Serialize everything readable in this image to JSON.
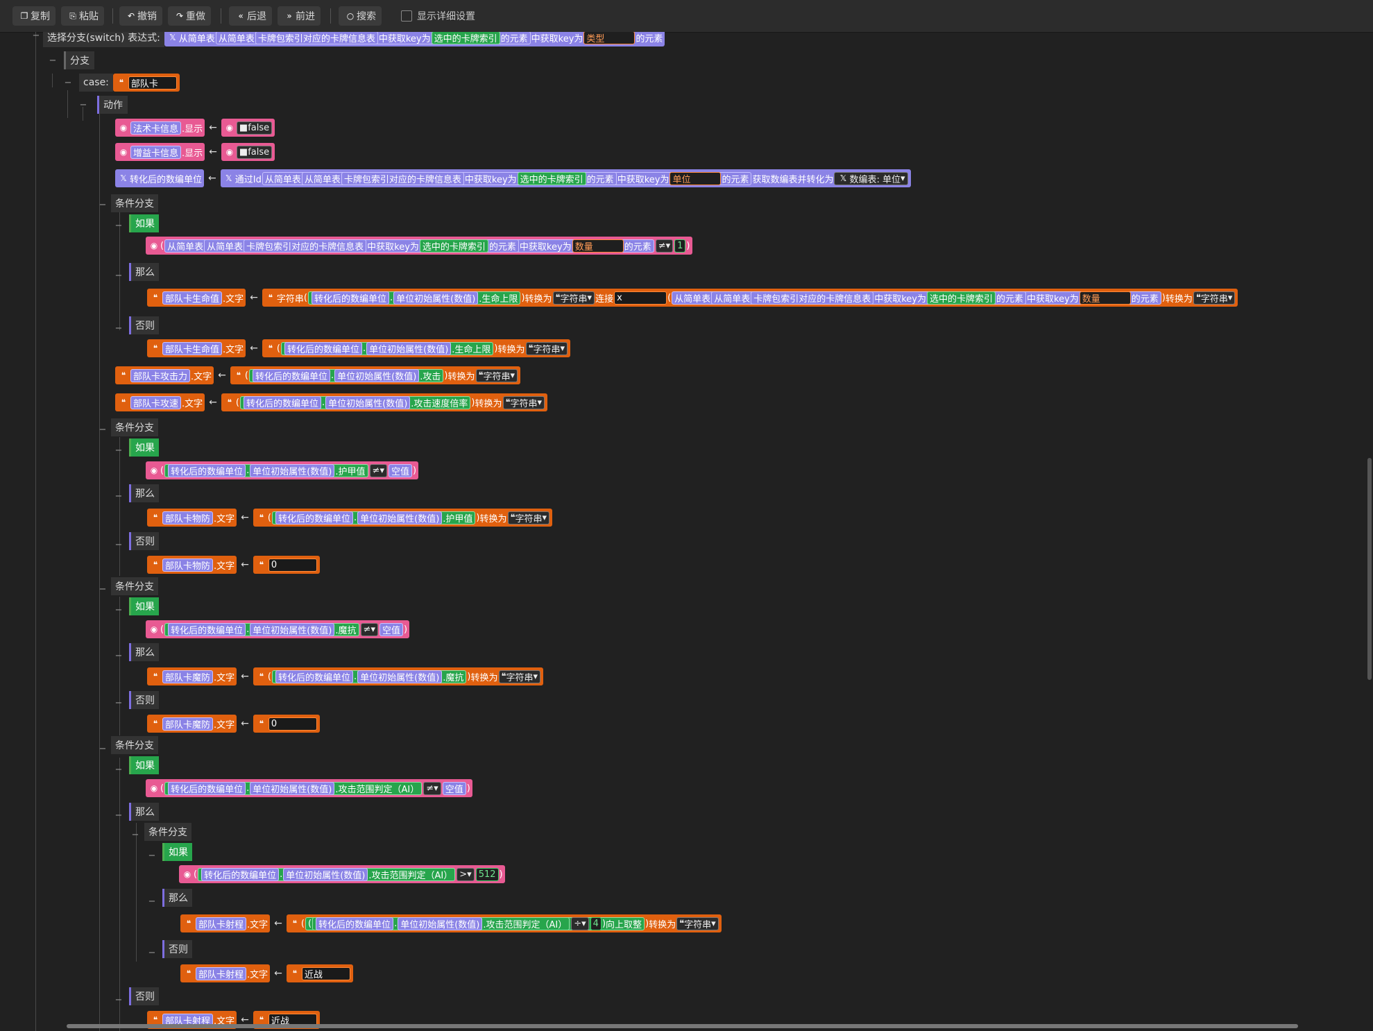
{
  "toolbar": {
    "copy": "复制",
    "paste": "粘贴",
    "undo": "撤销",
    "redo": "重做",
    "back": "后退",
    "forward": "前进",
    "search": "搜索",
    "show_details": "显示详细设置"
  },
  "tree": {
    "switch_label": "选择分支(switch) 表达式:",
    "branch": "分支",
    "case": "case:",
    "case_value": "部队卡",
    "action": "动作",
    "cond": "条件分支",
    "if": "如果",
    "then": "那么",
    "else": "否则"
  },
  "words": {
    "from_simple": "从简单表",
    "card_table": "卡牌包索引对应的卡牌信息表",
    "get_key": "中获取key为",
    "selected_idx": "选中的卡牌索引",
    "elem": "的元素",
    "type": "类型",
    "unit": "单位",
    "count": "数量",
    "magic_info": "法术卡信息",
    "buff_info": "增益卡信息",
    "show": ".显示",
    "false": "false",
    "converted": "转化后的数编单位",
    "by_id": "通过Id",
    "get_convert": "获取数编表并转化为",
    "unit_type": "数编表: 单位",
    "neq": "≠",
    "gt": ">",
    "div": "÷",
    "one": "1",
    "str": "字符串",
    "hp": "部队卡生命值",
    "text": ".文字",
    "base_attr": "单位初始属性(数值)",
    "hp_max": ".生命上限",
    "convert_to": "转换为",
    "concat": "连接",
    "x": "x",
    "atk_lbl": "部队卡攻击力",
    "atk": ".攻击",
    "spd_lbl": "部队卡攻速",
    "spd": ".攻击速度倍率",
    "armor": ".护甲值",
    "null": "空值",
    "pdef": "部队卡物防",
    "zero": "0",
    "mres": ".魔抗",
    "mdef": "部队卡魔防",
    "range": ".攻击范围判定（AI）",
    "n512": "512",
    "rng_lbl": "部队卡射程",
    "four": "4",
    "ceil": "向上取整",
    "melee": "近战"
  }
}
